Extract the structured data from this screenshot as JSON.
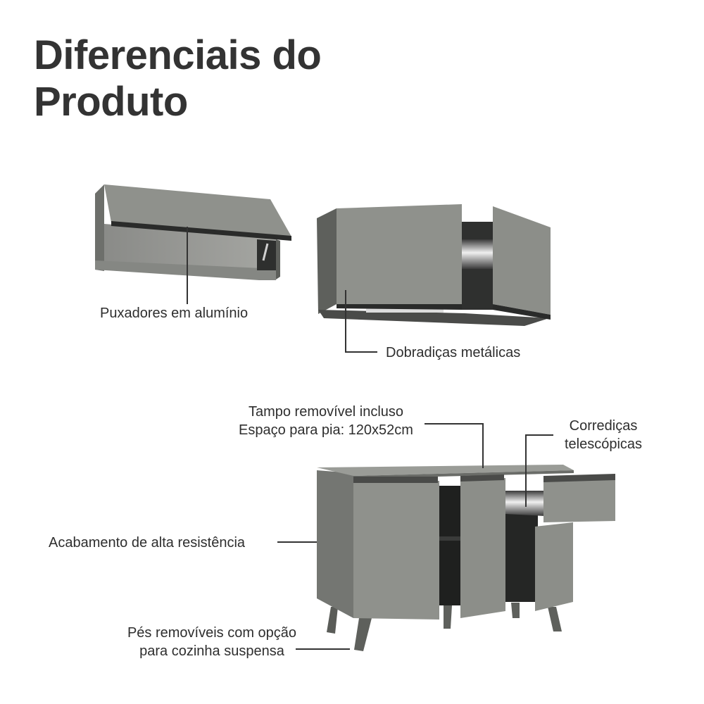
{
  "header": {
    "title_line1": "Diferenciais do",
    "title_line2": "Produto"
  },
  "features": [
    {
      "id": "handles",
      "label": "Puxadores em alumínio"
    },
    {
      "id": "hinges",
      "label": "Dobradiças metálicas"
    },
    {
      "id": "top",
      "line1": "Tampo removível incluso",
      "line2": "Espaço para pia: 120x52cm"
    },
    {
      "id": "slides",
      "line1": "Corrediças",
      "line2": "telescópicas"
    },
    {
      "id": "finish",
      "label": "Acabamento de alta resistência"
    },
    {
      "id": "feet",
      "line1": "Pés removíveis com opção",
      "line2": "para cozinha suspensa"
    }
  ],
  "colors": {
    "text": "#333333",
    "cabinet_front": "#8f918c",
    "cabinet_side": "#6e706c",
    "cabinet_dark": "#2a2b2a",
    "leader_line": "#333333"
  }
}
